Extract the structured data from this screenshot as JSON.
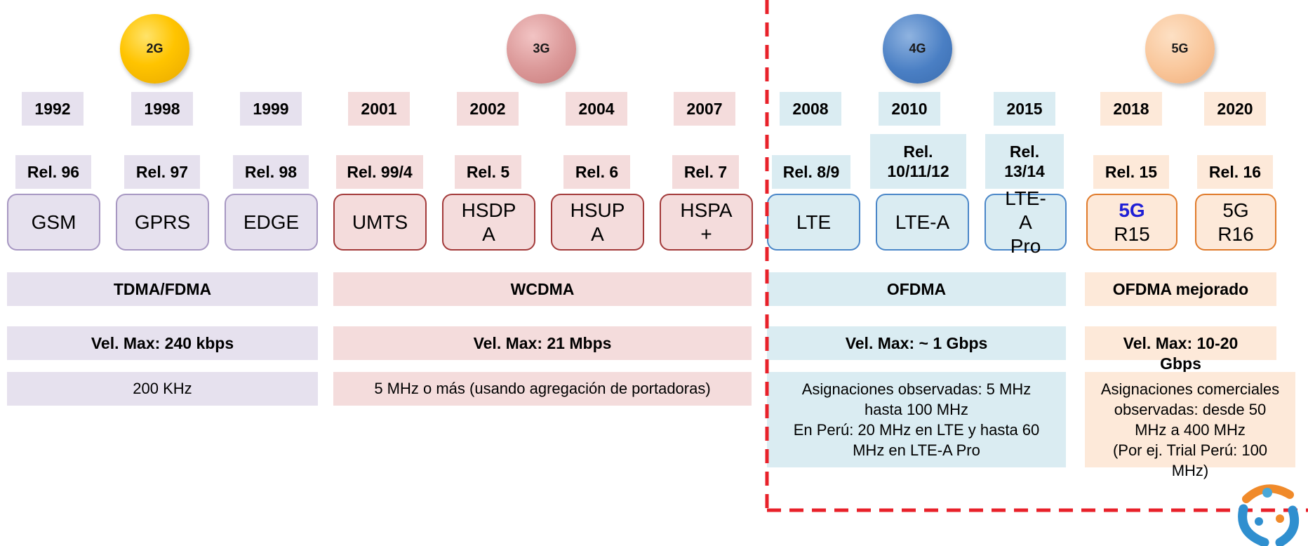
{
  "generations": [
    "2G",
    "3G",
    "4G",
    "5G"
  ],
  "years": [
    "1992",
    "1998",
    "1999",
    "2001",
    "2002",
    "2004",
    "2007",
    "2008",
    "2010",
    "2015",
    "2018",
    "2020"
  ],
  "releases": [
    "Rel. 96",
    "Rel. 97",
    "Rel. 98",
    "Rel. 99/4",
    "Rel. 5",
    "Rel. 6",
    "Rel. 7",
    "Rel. 8/9",
    "Rel.\n10/11/12",
    "Rel.\n13/14",
    "Rel. 15",
    "Rel. 16"
  ],
  "technologies": [
    "GSM",
    "GPRS",
    "EDGE",
    "UMTS",
    "HSDP\nA",
    "HSUP\nA",
    "HSPA\n+",
    "LTE",
    "LTE-A",
    "LTE-\nA\nPro",
    "5G",
    "R15",
    "5G\nR16"
  ],
  "access": [
    "TDMA/FDMA",
    "WCDMA",
    "OFDMA",
    "OFDMA mejorado"
  ],
  "speeds": [
    "Vel. Max: 240 kbps",
    "Vel. Max: 21 Mbps",
    "Vel. Max: ~ 1 Gbps",
    "Vel. Max: 10-20\nGbps"
  ],
  "bandwidth": [
    "200 KHz",
    "5 MHz o más (usando agregación de portadoras)",
    "Asignaciones observadas: 5 MHz\nhasta 100 MHz\nEn Perú: 20 MHz en LTE y hasta 60\nMHz en LTE-A Pro",
    "Asignaciones comerciales\nobservadas: desde 50\nMHz a 400 MHz\n(Por ej. Trial Perú: 100\nMHz)"
  ],
  "colors": {
    "purple_fill": "#e6e1ee",
    "red_fill": "#f4dcdc",
    "blue_fill": "#daecf2",
    "orange_fill": "#fde9d9",
    "dashed_border": "#e8212a",
    "highlight_5g": "#1f1fd6"
  },
  "icons": [
    "dashed-highlight-frame",
    "logo-icon"
  ]
}
